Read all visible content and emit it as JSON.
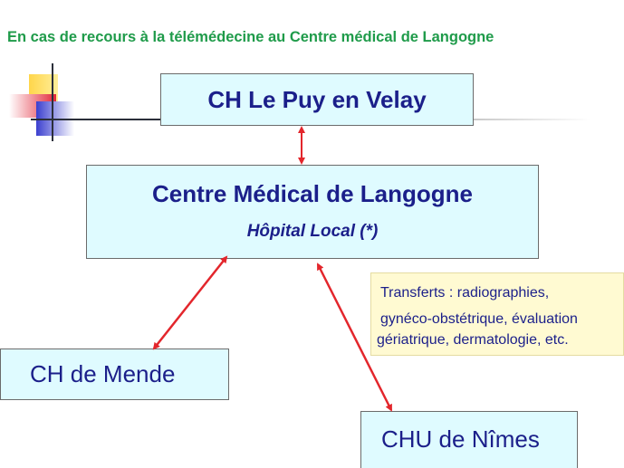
{
  "title": "En cas de recours à la télémédecine au Centre médical de Langogne",
  "boxes": {
    "le_puy": "CH Le Puy en Velay",
    "langogne_title": "Centre Médical de Langogne",
    "langogne_subtitle": "Hôpital Local (*)",
    "mende": "CH de Mende",
    "nimes": "CHU de Nîmes"
  },
  "transferts": {
    "line1": "Transferts : radiographies,",
    "line2": "gynéco-obstétrique, évaluation",
    "line3": "gériatrique, dermatologie, etc."
  },
  "colors": {
    "title": "#1f9b4a",
    "box_fill": "#dffbff",
    "box_text": "#1b1f8a",
    "note_fill": "#fffad2",
    "arrow": "#e3262c"
  }
}
